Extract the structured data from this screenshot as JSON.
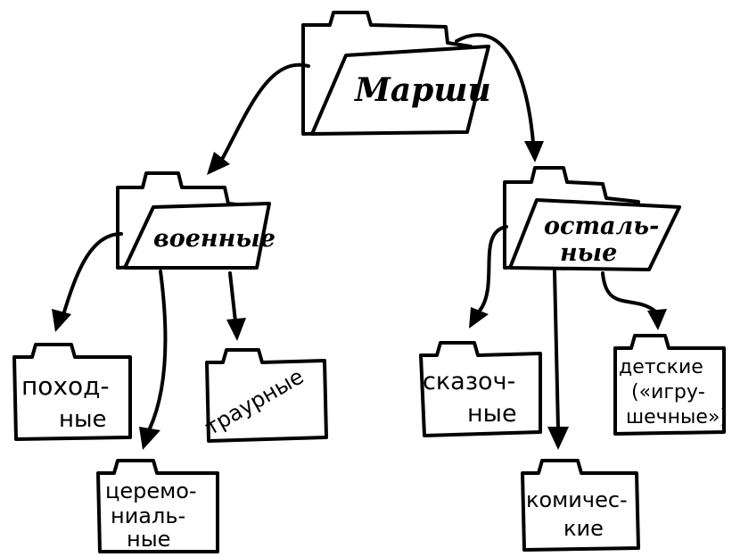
{
  "folders": {
    "root": {
      "label": "Марши"
    },
    "military": {
      "label": "военные"
    },
    "other": {
      "line1": "осталь-",
      "line2": "ные"
    },
    "marching": {
      "line1": "поход-",
      "line2": "ные"
    },
    "ceremonial": {
      "line1": "церемо-",
      "line2": "ниаль-",
      "line3": "ные"
    },
    "funeral": {
      "label": "траурные"
    },
    "fairytale": {
      "line1": "сказоч-",
      "line2": "ные"
    },
    "comic": {
      "line1": "комичес-",
      "line2": "кие"
    },
    "children": {
      "line1": "детские",
      "line2": "(«игру-",
      "line3": "шечные»)"
    }
  }
}
